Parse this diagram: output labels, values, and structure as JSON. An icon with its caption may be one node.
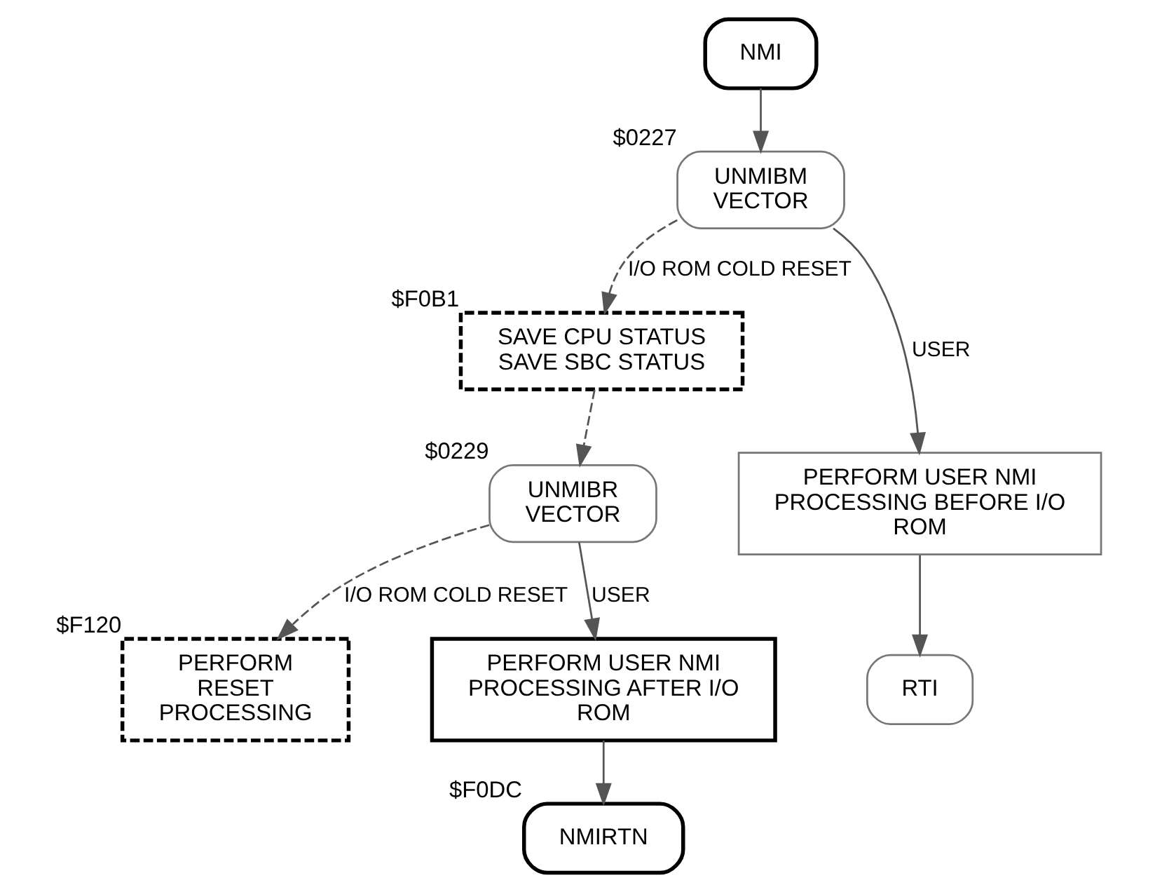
{
  "diagram": {
    "nodes": [
      {
        "text": [
          "NMI"
        ]
      },
      {
        "text": [
          "UNMIBM VECTOR"
        ],
        "beside": [
          "$0227"
        ]
      },
      {
        "text": [
          "SAVE CPU STATUS SAVE SBC STATUS"
        ],
        "beside": [
          "$F0B1"
        ]
      },
      {
        "text": [
          "UNMIBR VECTOR"
        ],
        "beside": [
          "$0229"
        ]
      },
      {
        "text": [
          "PERFORM RESET PROCESSING"
        ],
        "beside": [
          "$F120"
        ]
      },
      {
        "text": [
          "PERFORM USER NMI PROCESSING AFTER I/O ROM"
        ]
      },
      {
        "text": [
          "NMIRTN"
        ],
        "beside": [
          "$F0DC"
        ]
      },
      {
        "text": [
          "PERFORM USER NMI PROCESSING BEFORE I/O ROM"
        ]
      },
      {
        "text": [
          "RTI"
        ]
      }
    ],
    "edges": [
      {
        "from": 0,
        "to": 1,
        "arrow": "to"
      },
      {
        "from": 1,
        "to": 2,
        "arrow": "to",
        "label": "I/O ROM COLD RESET",
        "style": "dashed"
      },
      {
        "from": 1,
        "to": 7,
        "arrow": "to",
        "label": "USER"
      },
      {
        "from": 2,
        "to": 3,
        "arrow": "to",
        "style": "dashed"
      },
      {
        "from": 3,
        "to": 4,
        "arrow": "to",
        "label": "I/O ROM COLD RESET",
        "style": "dashed"
      },
      {
        "from": 3,
        "to": 5,
        "arrow": "to",
        "label": "USER"
      },
      {
        "from": 5,
        "to": 6,
        "arrow": "to"
      },
      {
        "from": 7,
        "to": 8,
        "arrow": "to"
      }
    ]
  }
}
